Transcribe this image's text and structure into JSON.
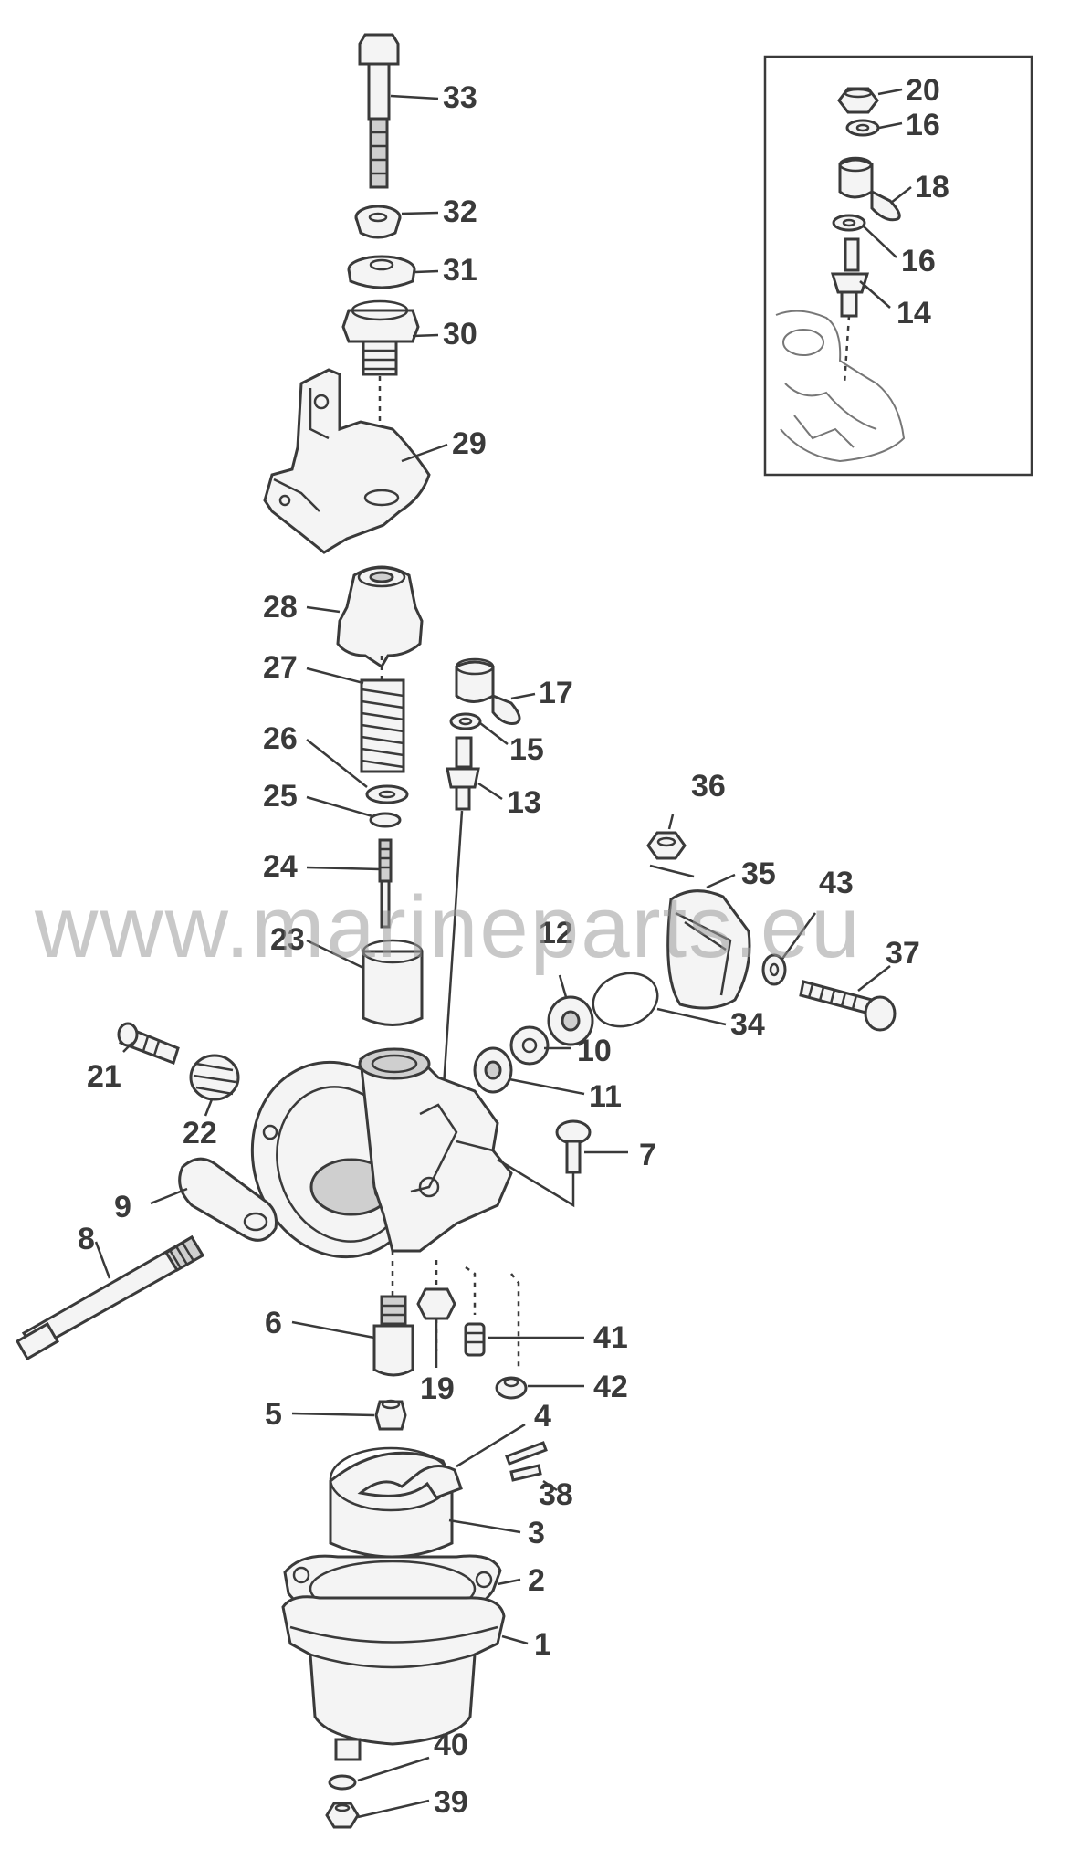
{
  "watermark": "www.marineparts.eu",
  "callouts": [
    {
      "id": "33",
      "label": "33"
    },
    {
      "id": "32",
      "label": "32"
    },
    {
      "id": "31",
      "label": "31"
    },
    {
      "id": "30",
      "label": "30"
    },
    {
      "id": "29",
      "label": "29"
    },
    {
      "id": "28",
      "label": "28"
    },
    {
      "id": "27",
      "label": "27"
    },
    {
      "id": "26",
      "label": "26"
    },
    {
      "id": "25",
      "label": "25"
    },
    {
      "id": "24",
      "label": "24"
    },
    {
      "id": "23",
      "label": "23"
    },
    {
      "id": "17",
      "label": "17"
    },
    {
      "id": "15",
      "label": "15"
    },
    {
      "id": "13",
      "label": "13"
    },
    {
      "id": "36",
      "label": "36"
    },
    {
      "id": "35",
      "label": "35"
    },
    {
      "id": "43",
      "label": "43"
    },
    {
      "id": "37",
      "label": "37"
    },
    {
      "id": "12",
      "label": "12"
    },
    {
      "id": "34",
      "label": "34"
    },
    {
      "id": "10",
      "label": "10"
    },
    {
      "id": "11",
      "label": "11"
    },
    {
      "id": "7",
      "label": "7"
    },
    {
      "id": "21",
      "label": "21"
    },
    {
      "id": "22",
      "label": "22"
    },
    {
      "id": "9",
      "label": "9"
    },
    {
      "id": "8",
      "label": "8"
    },
    {
      "id": "6",
      "label": "6"
    },
    {
      "id": "19",
      "label": "19"
    },
    {
      "id": "41",
      "label": "41"
    },
    {
      "id": "42",
      "label": "42"
    },
    {
      "id": "5",
      "label": "5"
    },
    {
      "id": "4",
      "label": "4"
    },
    {
      "id": "38",
      "label": "38"
    },
    {
      "id": "3",
      "label": "3"
    },
    {
      "id": "2",
      "label": "2"
    },
    {
      "id": "1",
      "label": "1"
    },
    {
      "id": "40",
      "label": "40"
    },
    {
      "id": "39",
      "label": "39"
    }
  ],
  "inset_callouts": [
    {
      "id": "20",
      "label": "20"
    },
    {
      "id": "16a",
      "label": "16"
    },
    {
      "id": "18",
      "label": "18"
    },
    {
      "id": "16b",
      "label": "16"
    },
    {
      "id": "14",
      "label": "14"
    }
  ]
}
